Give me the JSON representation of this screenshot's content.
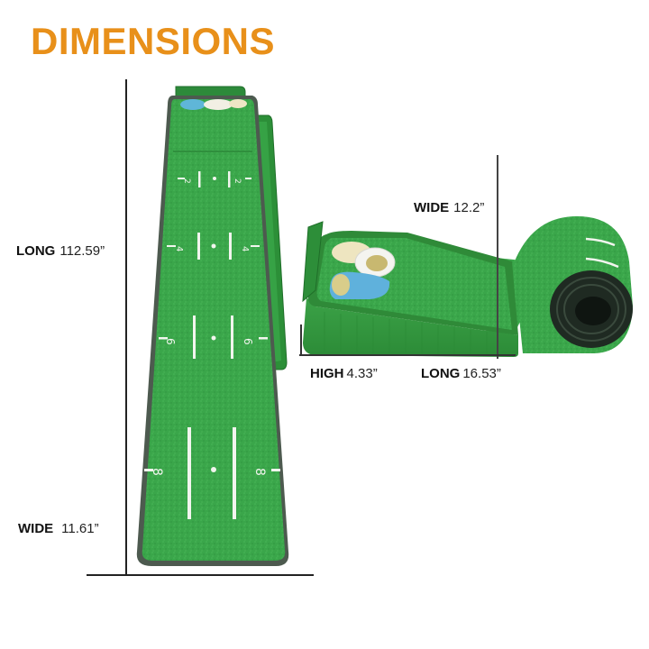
{
  "title": {
    "text": "DIMENSIONS",
    "color": "#E8901A"
  },
  "mat": {
    "long": {
      "label": "LONG",
      "value": "112.59”"
    },
    "wide": {
      "label": "WIDE",
      "value": "11.61”"
    },
    "distance_markers": [
      "2",
      "4",
      "6",
      "8"
    ]
  },
  "cup": {
    "wide": {
      "label": "WIDE",
      "value": "12.2”"
    },
    "high": {
      "label": "HIGH",
      "value": "4.33”"
    },
    "long": {
      "label": "LONG",
      "value": "16.53”"
    }
  },
  "colors": {
    "turf": "#3aa64a",
    "turf_dark": "#2a8a3a",
    "border": "#4d5a4f",
    "plastic": "#2f8f3a",
    "white_lines": "#f2f5ee"
  }
}
